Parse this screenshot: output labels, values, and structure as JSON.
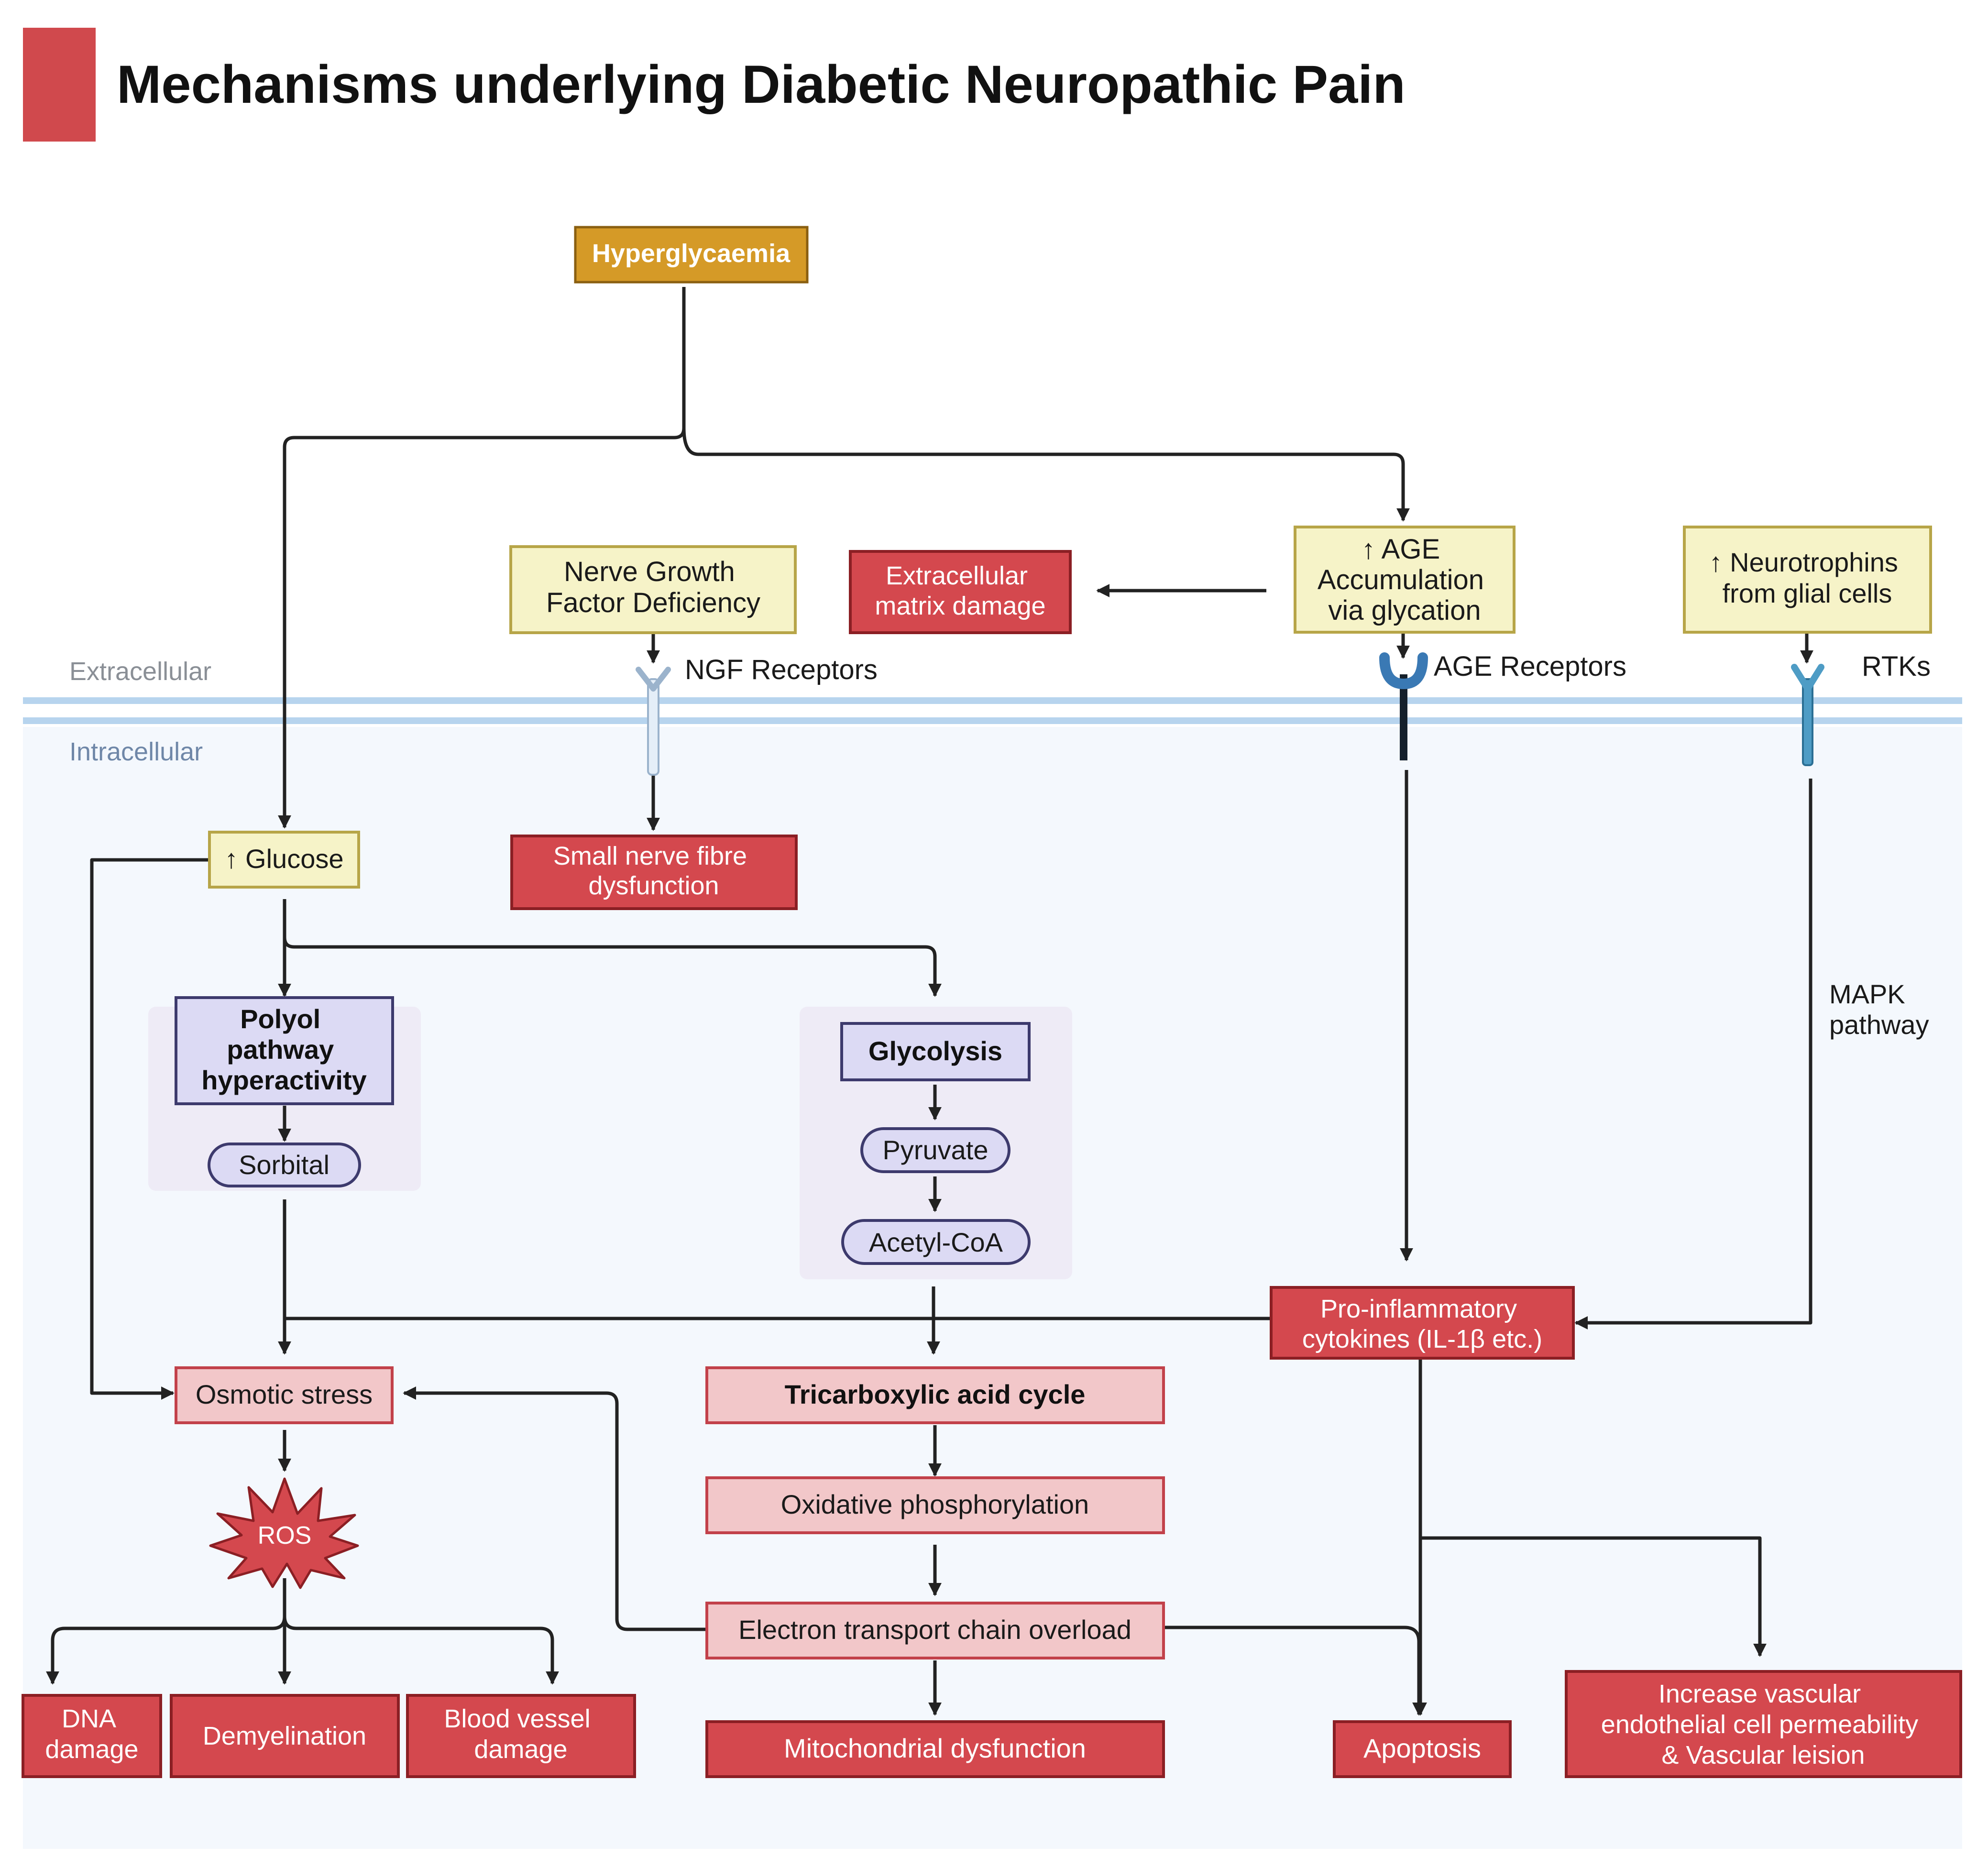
{
  "header": {
    "title": "Mechanisms underlying Diabetic Neuropathic Pain",
    "accent_color": "#d0494d"
  },
  "regions": {
    "extracellular": "Extracellular",
    "intracellular": "Intracellular"
  },
  "colors": {
    "gold": "#d59a27",
    "yellow_box": "#f6f3c8",
    "yellow_border": "#b7a548",
    "red_box": "#d4484e",
    "pink_box": "#f2c7c9",
    "purple_box": "#dcdaf4",
    "purple_border": "#3d3a6d",
    "membrane": "#b7d4ee",
    "intracellular_bg": "#f4f8fd",
    "group_bg": "#eeebf6"
  },
  "nodes": {
    "hyperglycaemia": "Hyperglycaemia",
    "ngf_deficiency": [
      "Nerve Growth",
      "Factor Deficiency"
    ],
    "ecm_damage": [
      "Extracellular",
      "matrix damage"
    ],
    "age_accumulation": [
      "↑ AGE",
      "Accumulation",
      "via glycation"
    ],
    "neurotrophins": [
      "↑ Neurotrophins",
      "from glial cells"
    ],
    "glucose": "↑ Glucose",
    "small_nerve": [
      "Small nerve fibre",
      "dysfunction"
    ],
    "polyol": [
      "Polyol",
      "pathway",
      "hyperactivity"
    ],
    "sorbital": "Sorbital",
    "glycolysis": "Glycolysis",
    "pyruvate": "Pyruvate",
    "acetyl_coa": "Acetyl-CoA",
    "pro_inflammatory": [
      "Pro-inflammatory",
      "cytokines (IL-1β etc.)"
    ],
    "osmotic_stress": "Osmotic stress",
    "tca": "Tricarboxylic acid cycle",
    "oxphos": "Oxidative phosphorylation",
    "etc_overload": "Electron transport chain overload",
    "mito_dysfunction": "Mitochondrial dysfunction",
    "ros": "ROS",
    "dna_damage": [
      "DNA",
      "damage"
    ],
    "demyelination": "Demyelination",
    "blood_vessel": [
      "Blood vessel",
      "damage"
    ],
    "apoptosis": "Apoptosis",
    "vascular": [
      "Increase vascular",
      "endothelial cell permeability",
      "& Vascular leision"
    ]
  },
  "labels": {
    "ngf_receptors": "NGF Receptors",
    "age_receptors": "AGE Receptors",
    "rtks": "RTKs",
    "mapk": [
      "MAPK",
      "pathway"
    ]
  }
}
